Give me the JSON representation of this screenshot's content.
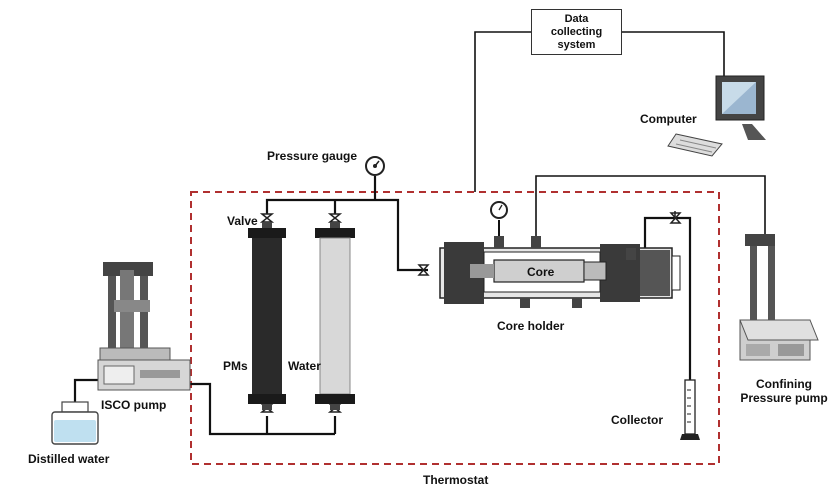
{
  "labels": {
    "data_collecting": [
      "Data",
      "collecting",
      "system"
    ],
    "computer": "Computer",
    "pressure_gauge": "Pressure gauge",
    "valve": "Valve",
    "pms": "PMs",
    "water": "Water",
    "core": "Core",
    "core_holder": "Core holder",
    "isco_pump": "ISCO pump",
    "distilled_water": "Distilled water",
    "collector": "Collector",
    "thermostat": "Thermostat",
    "confining": [
      "Confining",
      "Pressure pump"
    ]
  },
  "colors": {
    "thermostat_border": "#b03030",
    "line": "#111111",
    "pms_column": "#2a2a2a",
    "water_column": "#d8d8d8",
    "core_fill": "#cfcfcf",
    "holder_dark": "#3a3a3a",
    "water_liquid": "#bfe0f0"
  }
}
